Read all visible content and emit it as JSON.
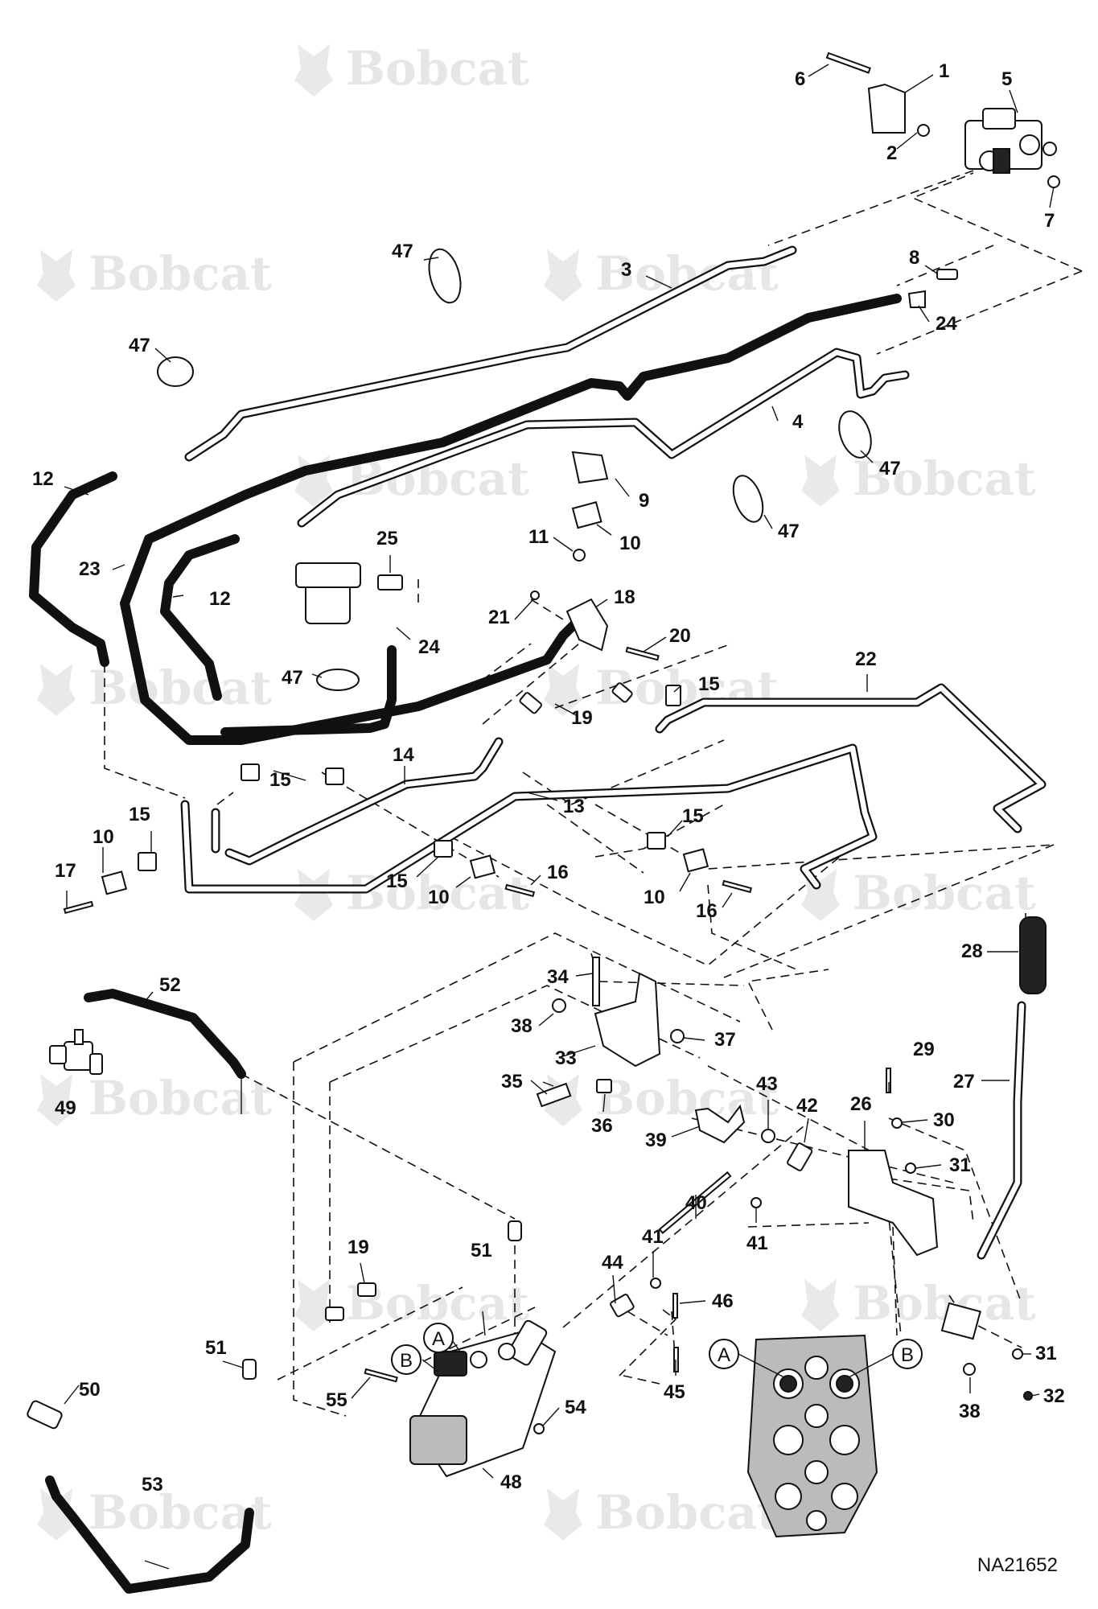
{
  "watermark": {
    "text": "Bobcat"
  },
  "diagram_id": "NA21652",
  "detail_refs": [
    "A",
    "B"
  ],
  "callouts": [
    "1",
    "2",
    "3",
    "4",
    "5",
    "6",
    "7",
    "8",
    "9",
    "10",
    "11",
    "12",
    "13",
    "14",
    "15",
    "16",
    "17",
    "18",
    "19",
    "20",
    "21",
    "22",
    "23",
    "24",
    "25",
    "26",
    "27",
    "28",
    "29",
    "30",
    "31",
    "32",
    "33",
    "34",
    "35",
    "36",
    "37",
    "38",
    "39",
    "40",
    "41",
    "42",
    "43",
    "44",
    "45",
    "46",
    "47",
    "48",
    "49",
    "50",
    "51",
    "52",
    "53",
    "54",
    "55"
  ]
}
